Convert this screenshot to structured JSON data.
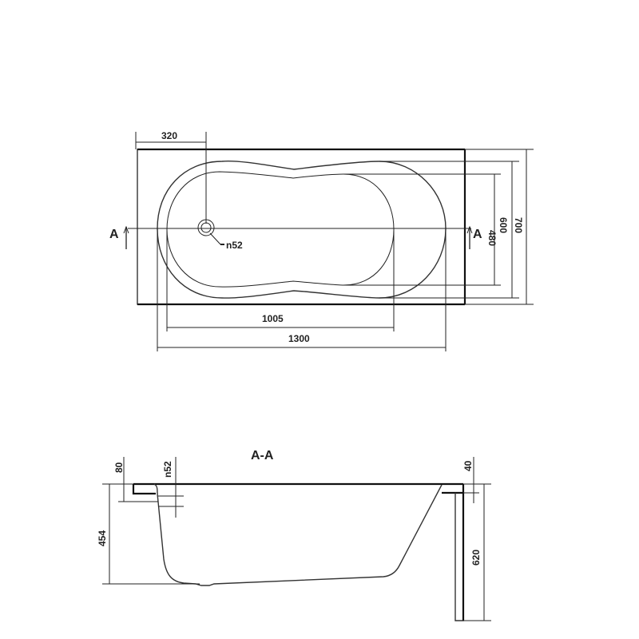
{
  "top_view": {
    "dim_drain_offset": "320",
    "drain_label": "n52",
    "dim_inner_length": "1005",
    "dim_outer_length": "1300",
    "dim_inner_width": "480",
    "dim_outer_width": "600",
    "dim_total_width": "700",
    "section_mark_left": "A",
    "section_mark_right": "A"
  },
  "section_view": {
    "title": "A-A",
    "dim_rim_depth": "80",
    "dim_drain": "n52",
    "dim_depth": "454",
    "dim_rim_thickness": "40",
    "dim_total_height": "620"
  }
}
